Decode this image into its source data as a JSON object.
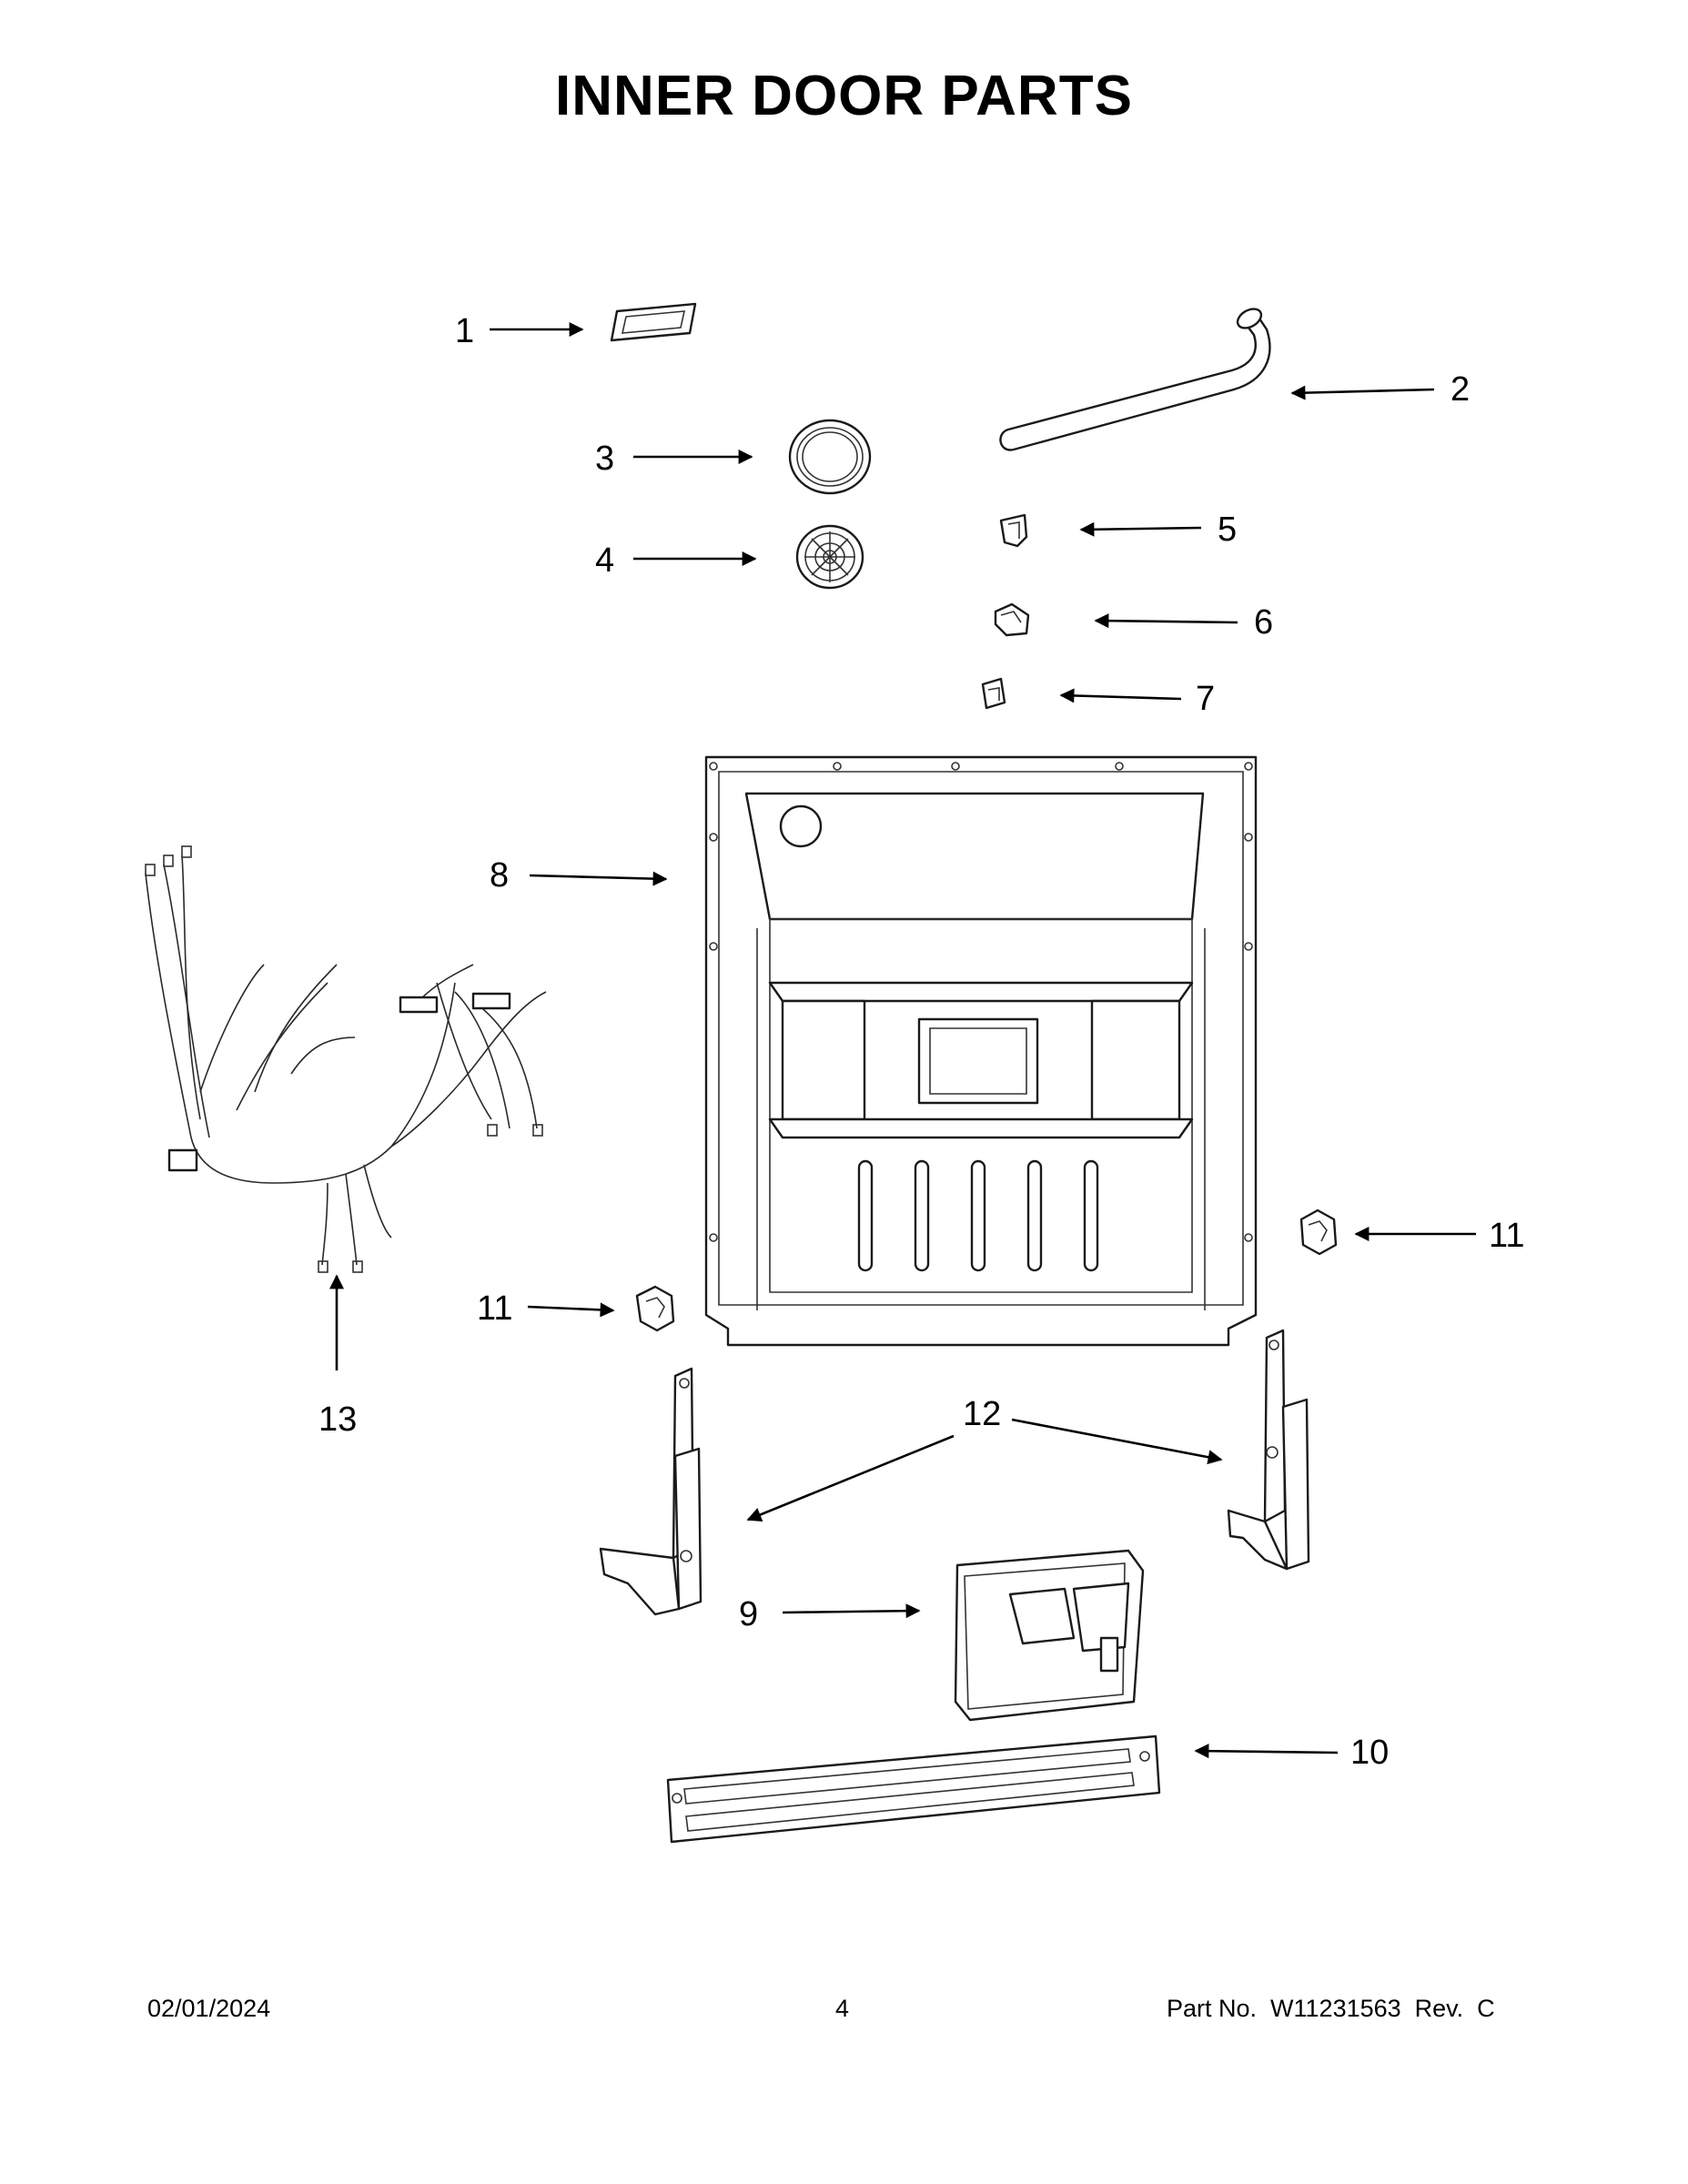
{
  "title": "INNER DOOR PARTS",
  "callouts": [
    {
      "id": "1",
      "label": "1"
    },
    {
      "id": "2",
      "label": "2"
    },
    {
      "id": "3",
      "label": "3"
    },
    {
      "id": "4",
      "label": "4"
    },
    {
      "id": "5",
      "label": "5"
    },
    {
      "id": "6",
      "label": "6"
    },
    {
      "id": "7",
      "label": "7"
    },
    {
      "id": "8",
      "label": "8"
    },
    {
      "id": "9",
      "label": "9"
    },
    {
      "id": "10",
      "label": "10"
    },
    {
      "id": "11a",
      "label": "11"
    },
    {
      "id": "11b",
      "label": "11"
    },
    {
      "id": "12",
      "label": "12"
    },
    {
      "id": "13",
      "label": "13"
    }
  ],
  "footer": {
    "date": "02/01/2024",
    "page": "4",
    "part_no": "Part No.  W11231563  Rev.  C"
  }
}
